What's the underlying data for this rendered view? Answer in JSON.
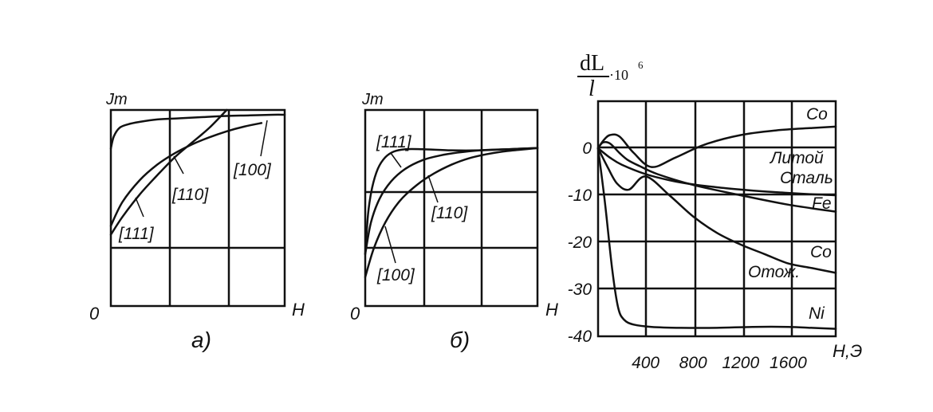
{
  "colors": {
    "ink": "#111111",
    "background": "#ffffff"
  },
  "panels": {
    "a": {
      "caption": "а)",
      "ylabel": "Jm",
      "xlabel": "H",
      "origin": "0",
      "curve_labels": [
        "[111]",
        "[110]",
        "[100]"
      ]
    },
    "b": {
      "caption": "б)",
      "ylabel": "Jm",
      "xlabel": "H",
      "origin": "0",
      "curve_labels": [
        "[111]",
        "[110]",
        "[100]"
      ]
    },
    "c": {
      "ylabel_num": "dL",
      "ylabel_den": "l",
      "ylabel_mult": "·10",
      "ylabel_exp": "6",
      "xlabel": "H,Э",
      "series_labels": [
        "Co",
        "Литой",
        "Сталь",
        "Fe",
        "Co",
        "Отож.",
        "Ni"
      ]
    }
  },
  "chart_data": [
    {
      "type": "line",
      "panel": "а)",
      "xlabel": "H",
      "ylabel": "Jm",
      "grid": true,
      "xlim": [
        0,
        3
      ],
      "ylim": [
        0,
        3.3
      ],
      "series": [
        {
          "name": "[100]",
          "x": [
            0,
            0.05,
            0.15,
            0.3,
            0.5,
            0.8,
            1.2,
            1.6,
            2.0,
            2.4,
            2.8,
            3.0
          ],
          "y": [
            2.65,
            2.85,
            3.0,
            3.06,
            3.1,
            3.14,
            3.16,
            3.18,
            3.2,
            3.21,
            3.22,
            3.22
          ]
        },
        {
          "name": "[110]",
          "x": [
            0,
            0.2,
            0.5,
            0.8,
            1.1,
            1.4,
            1.7,
            2.0,
            2.3,
            2.6
          ],
          "y": [
            1.35,
            1.75,
            2.12,
            2.38,
            2.57,
            2.72,
            2.84,
            2.94,
            3.02,
            3.08
          ]
        },
        {
          "name": "[111]",
          "x": [
            0,
            0.2,
            0.5,
            0.8,
            1.1,
            1.4,
            1.7,
            2.0
          ],
          "y": [
            1.2,
            1.5,
            1.88,
            2.2,
            2.5,
            2.75,
            3.0,
            3.3
          ]
        }
      ]
    },
    {
      "type": "line",
      "panel": "б)",
      "xlabel": "H",
      "ylabel": "Jm",
      "grid": true,
      "xlim": [
        0,
        3
      ],
      "ylim": [
        0,
        3.4
      ],
      "series": [
        {
          "name": "[111]",
          "x": [
            0,
            0.05,
            0.12,
            0.22,
            0.35,
            0.5,
            0.7,
            1.0,
            1.5,
            2.0,
            2.5,
            3.0
          ],
          "y": [
            0.9,
            1.6,
            2.05,
            2.38,
            2.58,
            2.68,
            2.72,
            2.72,
            2.7,
            2.7,
            2.72,
            2.74
          ]
        },
        {
          "name": "[110]",
          "x": [
            0,
            0.1,
            0.25,
            0.45,
            0.7,
            1.0,
            1.3,
            1.6,
            2.0,
            2.5,
            3.0
          ],
          "y": [
            0.9,
            1.45,
            1.86,
            2.16,
            2.38,
            2.53,
            2.61,
            2.66,
            2.7,
            2.72,
            2.74
          ]
        },
        {
          "name": "[100]",
          "x": [
            0,
            0.15,
            0.35,
            0.6,
            0.9,
            1.2,
            1.5,
            1.8,
            2.1,
            2.4,
            2.7,
            3.0
          ],
          "y": [
            0.5,
            1.0,
            1.45,
            1.82,
            2.1,
            2.3,
            2.45,
            2.56,
            2.63,
            2.68,
            2.71,
            2.74
          ]
        }
      ]
    },
    {
      "type": "line",
      "panel": "в",
      "title": "",
      "xlabel": "H,Э",
      "ylabel": "dL/l ·10⁶",
      "grid": true,
      "xlim": [
        0,
        2000
      ],
      "ylim": [
        -40,
        10
      ],
      "xticks": [
        400,
        800,
        1200,
        1600
      ],
      "yticks": [
        0,
        -10,
        -20,
        -30,
        -40
      ],
      "series": [
        {
          "name": "Co",
          "x": [
            0,
            50,
            100,
            180,
            300,
            450,
            650,
            900,
            1200,
            1500,
            1800,
            2000
          ],
          "y": [
            0,
            1.8,
            2.8,
            2.5,
            -1,
            -4,
            -2,
            0.8,
            2.8,
            3.8,
            4.3,
            4.6
          ]
        },
        {
          "name": "Литой Сталь",
          "x": [
            0,
            100,
            200,
            400,
            600,
            800,
            1000,
            1200,
            1400,
            1600,
            1800,
            2000
          ],
          "y": [
            0,
            -2,
            -3.5,
            -5.5,
            -6.8,
            -7.7,
            -8.3,
            -8.8,
            -9.2,
            -9.5,
            -9.8,
            -10
          ]
        },
        {
          "name": "Fe",
          "x": [
            0,
            40,
            100,
            180,
            250,
            350,
            500,
            800,
            1200,
            1600,
            2000
          ],
          "y": [
            0,
            1.2,
            1.0,
            -1,
            -2.5,
            -3.8,
            -5.5,
            -7.8,
            -10,
            -12,
            -13.5
          ]
        },
        {
          "name": "Co Отож.",
          "x": [
            0,
            80,
            160,
            260,
            400,
            600,
            800,
            1000,
            1200,
            1400,
            1600,
            1800,
            2000
          ],
          "y": [
            0,
            -4,
            -7.5,
            -8.8,
            -6,
            -10,
            -14.5,
            -18,
            -20.5,
            -22.5,
            -24.5,
            -25.5,
            -26.5
          ]
        },
        {
          "name": "Ni",
          "x": [
            0,
            60,
            120,
            170,
            220,
            300,
            450,
            700,
            1000,
            1300,
            1600,
            1800,
            2000
          ],
          "y": [
            0,
            -12,
            -26,
            -34,
            -36.5,
            -37.5,
            -38,
            -38.2,
            -38.2,
            -38,
            -38,
            -38.2,
            -38.4
          ]
        }
      ]
    }
  ]
}
